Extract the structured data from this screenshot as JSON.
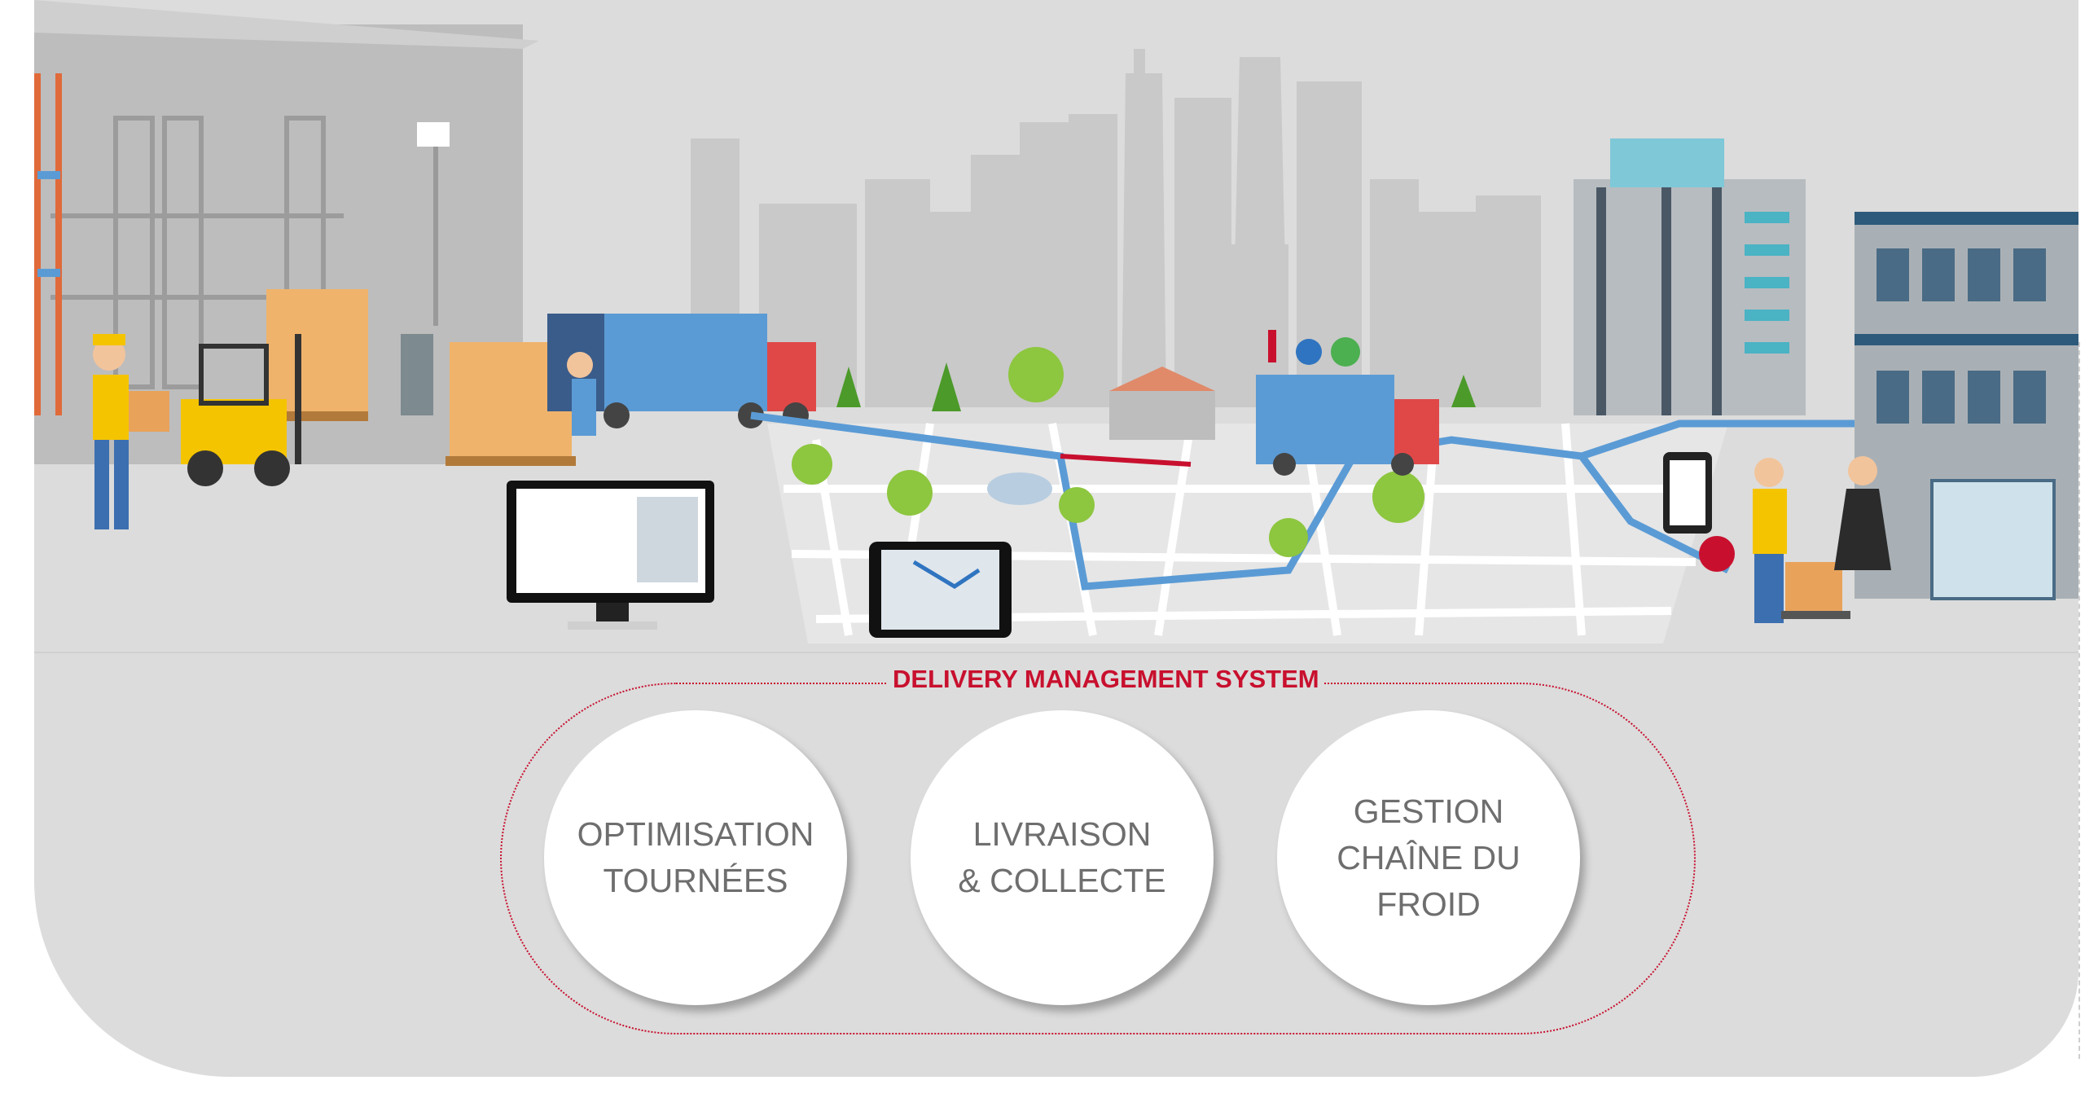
{
  "diagram": {
    "title": "DELIVERY MANAGEMENT SYSTEM",
    "modules": [
      {
        "label": "OPTIMISATION\nTOURNÉES"
      },
      {
        "label": "LIVRAISON\n& COLLECTE"
      },
      {
        "label": "GESTION\nCHAÎNE DU\nFROID"
      }
    ]
  },
  "illustration": {
    "scenes": [
      "warehouse",
      "forklift",
      "loading-truck",
      "city-skyline",
      "route-map",
      "refrigerated-truck",
      "office-buildings",
      "delivery-handover"
    ],
    "colors": {
      "accent": "#c8102e",
      "route": "#5b9bd5",
      "panel": "#dcdcdc",
      "circle_text": "#6e6e6e"
    }
  }
}
